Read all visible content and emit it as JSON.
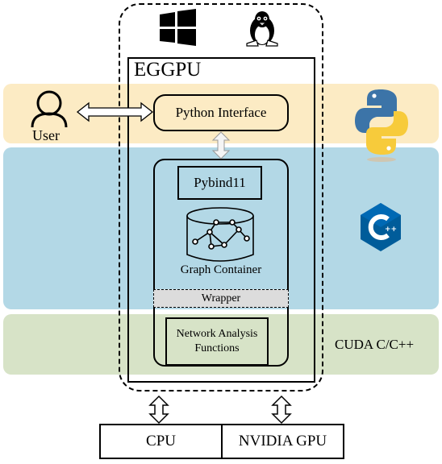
{
  "title": "EGGPU",
  "user_label": "User",
  "python_interface_label": "Python Interface",
  "pybind_label": "Pybind11",
  "graph_container_label": "Graph Container",
  "wrapper_label": "Wrapper",
  "network_analysis_label": "Network Analysis Functions",
  "cuda_label": "CUDA C/C++",
  "hardware": {
    "cpu_label": "CPU",
    "gpu_label": "NVIDIA GPU"
  },
  "icons": [
    "windows-icon",
    "linux-tux-icon",
    "user-icon",
    "python-logo-icon",
    "cpp-logo-icon",
    "database-graph-icon"
  ],
  "colors": {
    "python_band": "#fcebc4",
    "cpp_band": "#b3d8e6",
    "cuda_band": "#d7e3c7",
    "wrapper_fill": "#dcdcdc",
    "windows": "#000000",
    "python_blue": "#3c74a8",
    "python_yellow": "#f7cb3b",
    "cpp_blue": "#005c9a"
  }
}
